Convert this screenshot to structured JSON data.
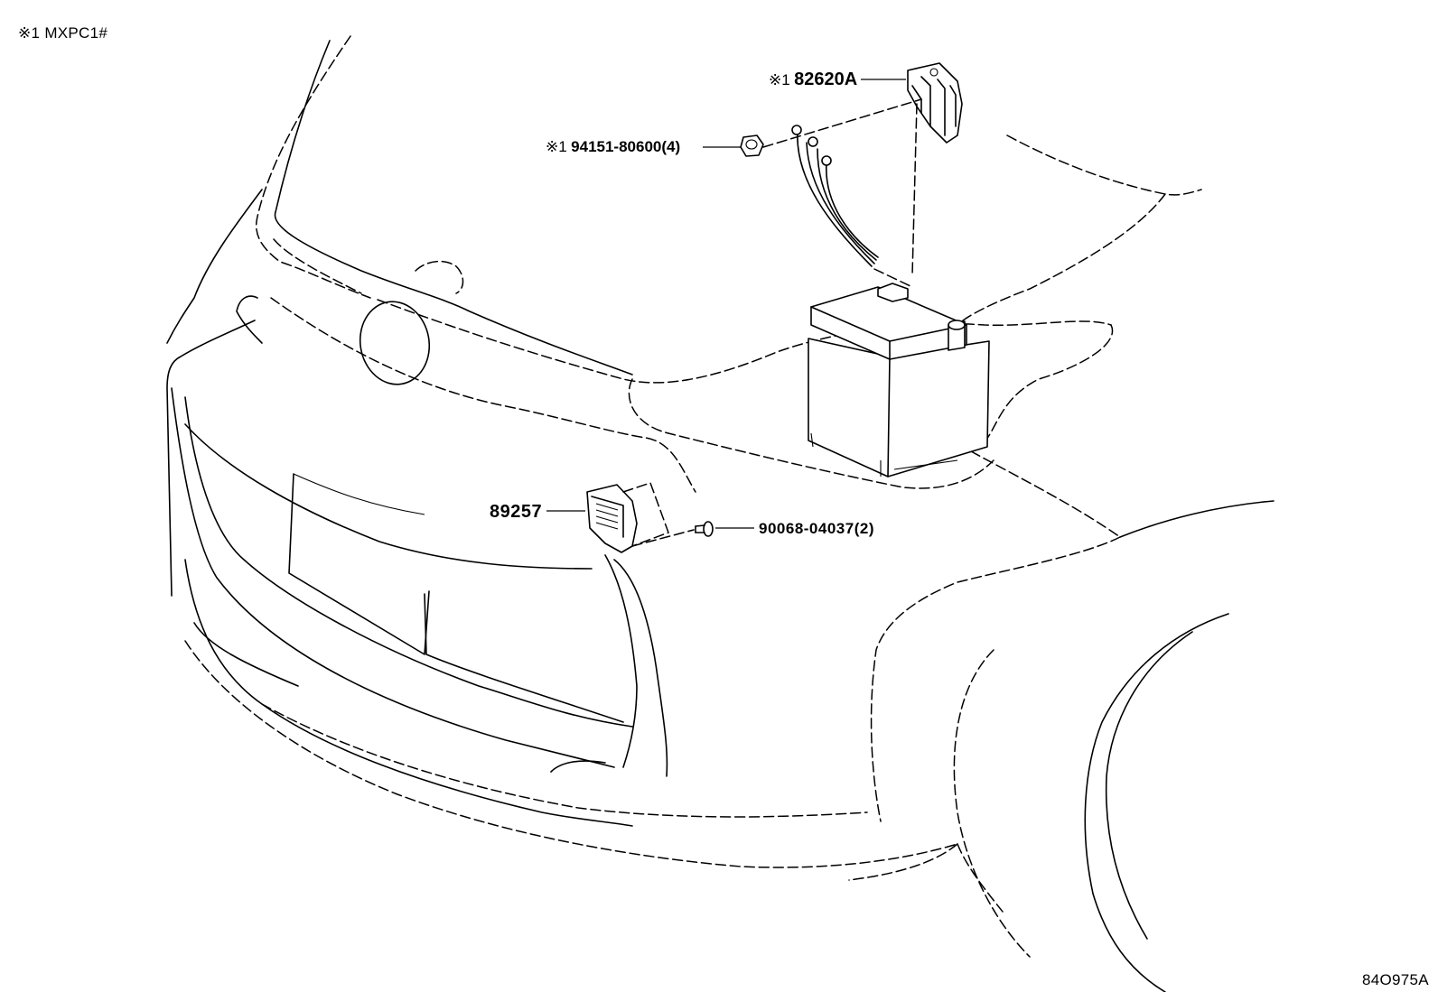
{
  "header": {
    "model_note": "※1 MXPC1#"
  },
  "callouts": {
    "fuse_block": {
      "prefix": "※1",
      "part_no": "82620A"
    },
    "terminal_nut": {
      "prefix": "※1",
      "part_no": "94151-80600(4)"
    },
    "sensor": {
      "part_no": "89257"
    },
    "bolt": {
      "part_no": "90068-04037(2)"
    }
  },
  "footer": {
    "figure_id": "84O975A"
  }
}
